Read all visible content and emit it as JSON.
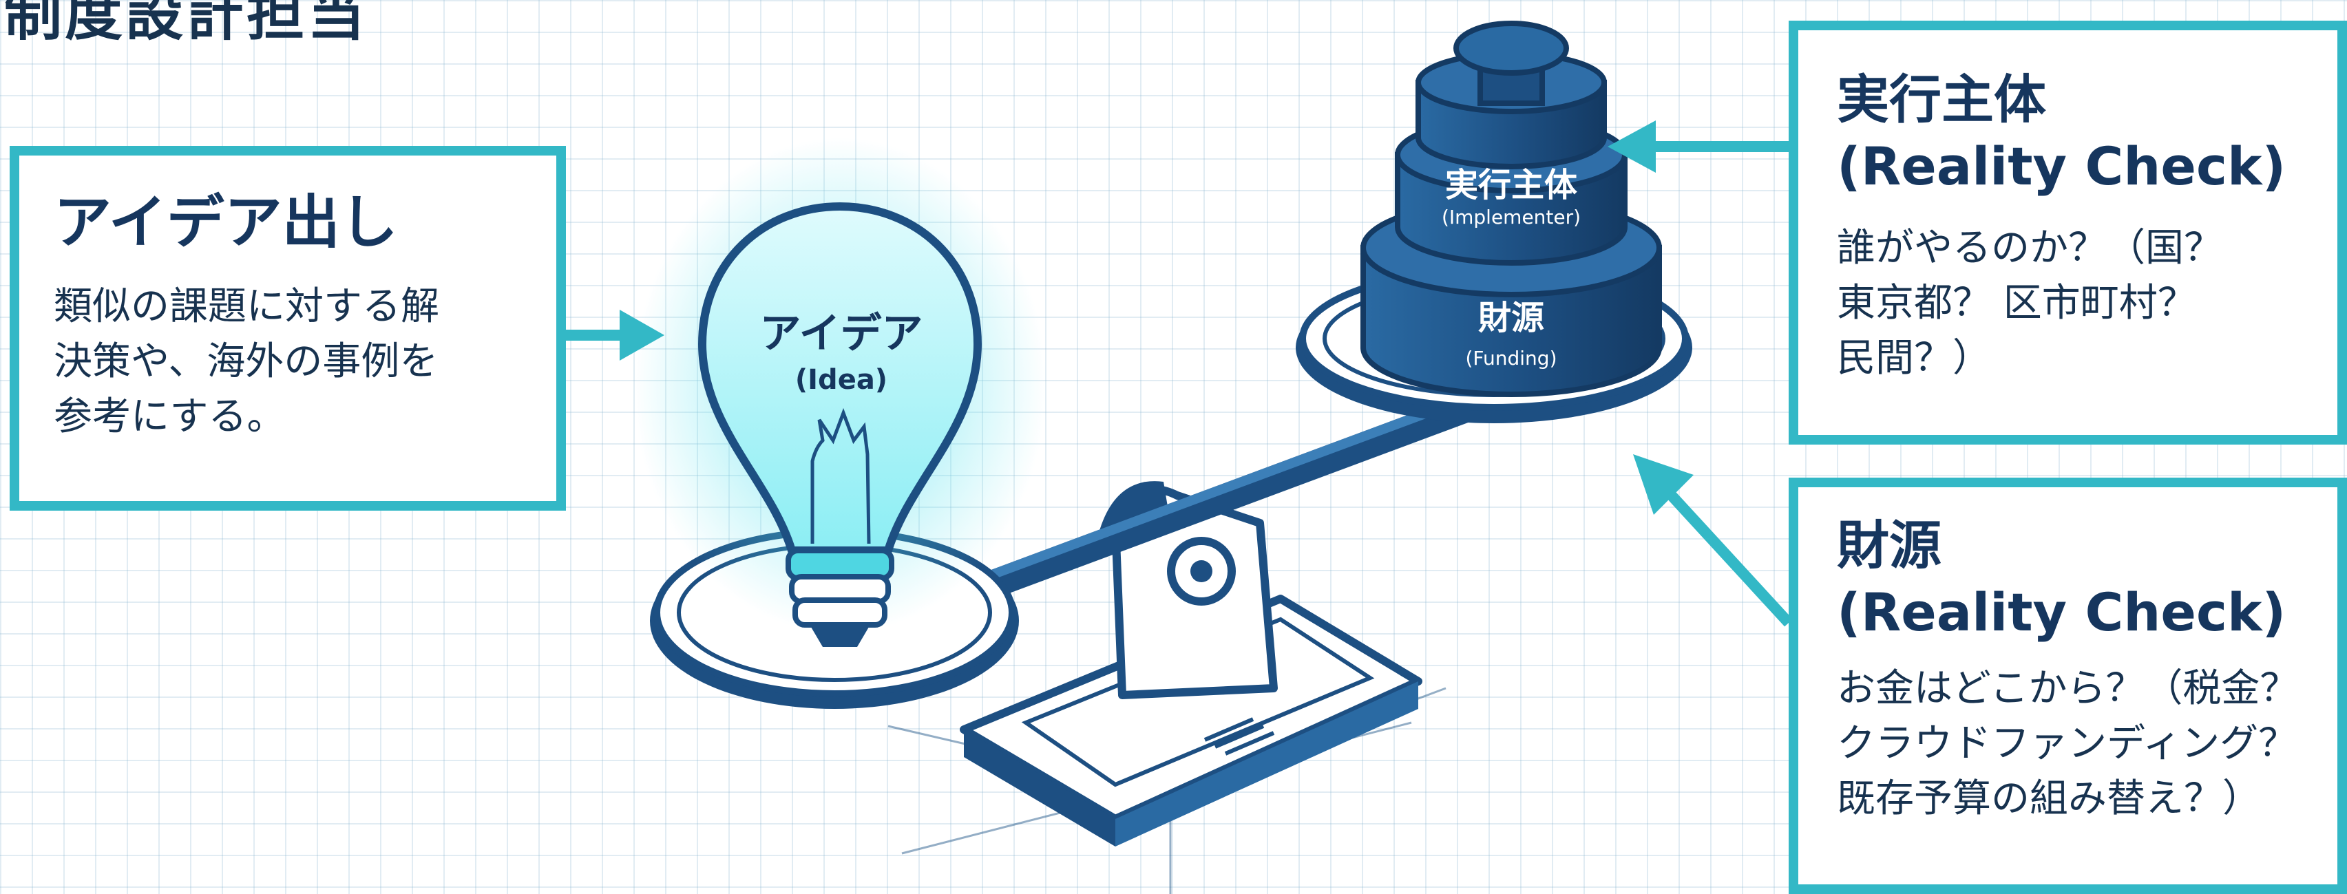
{
  "page": {
    "heading": "制度設計担当"
  },
  "callouts": {
    "idea": {
      "title": "アイデア出し",
      "body": "類似の課題に対する解\n決策や、海外の事例を\n参考にする。"
    },
    "implementer": {
      "title_jp": "実行主体",
      "title_en": "(Reality Check)",
      "body": "誰がやるのか？（国？\n東京都？ 区市町村？\n民間？）"
    },
    "funding": {
      "title_jp": "財源",
      "title_en": "(Reality Check)",
      "body": "お金はどこから？（税金？\nクラウドファンディング？\n既存予算の組み替え？）"
    }
  },
  "illustration": {
    "bulb_label_jp": "アイデア",
    "bulb_label_en": "(Idea)",
    "weight_top_jp": "実行主体",
    "weight_top_en": "(Implementer)",
    "weight_bottom_jp": "財源",
    "weight_bottom_en": "(Funding)"
  },
  "colors": {
    "accent_teal": "#33b8c6",
    "navy": "#1d4f82",
    "bulb_glow": "#5fe3ee",
    "grid": "#d6e6ef"
  }
}
